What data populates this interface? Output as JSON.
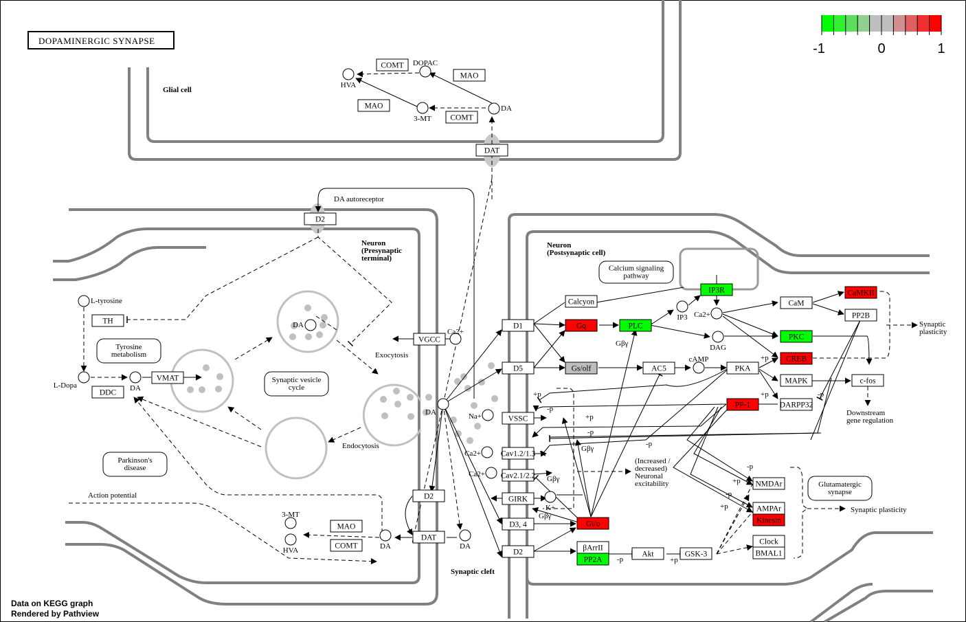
{
  "title": "DOPAMINERGIC SYNAPSE",
  "footer": {
    "line1": "Data on KEGG graph",
    "line2": "Rendered by Pathview"
  },
  "legend": {
    "colors": [
      "#00ff00",
      "#30f030",
      "#60dd60",
      "#90d090",
      "#bebebe",
      "#bebebe",
      "#d09090",
      "#e06060",
      "#f03030",
      "#ff0000"
    ],
    "tick_labels": [
      "-1",
      "0",
      "1"
    ],
    "range": [
      -1,
      1
    ]
  },
  "colors": {
    "up": "#ff0000",
    "down": "#00ff00",
    "nodata": "#bebebe",
    "neutral": "#ffffff"
  },
  "regions": {
    "glial": "Glial cell",
    "presyn": [
      "Neuron",
      "(Presynaptic",
      "terminal)"
    ],
    "postsyn": [
      "Neuron",
      "(Postsynaptic cell)"
    ],
    "cleft": "Synaptic cleft"
  },
  "genes": [
    {
      "id": "comt_top",
      "label": "COMT",
      "fill": "#ffffff"
    },
    {
      "id": "mao_top_r",
      "label": "MAO",
      "fill": "#ffffff"
    },
    {
      "id": "mao_top_l",
      "label": "MAO",
      "fill": "#ffffff"
    },
    {
      "id": "comt_top2",
      "label": "COMT",
      "fill": "#ffffff"
    },
    {
      "id": "dat_glial",
      "label": "DAT",
      "fill": "#ffffff"
    },
    {
      "id": "d2_auto",
      "label": "D2",
      "fill": "#ffffff"
    },
    {
      "id": "th",
      "label": "TH",
      "fill": "#ffffff"
    },
    {
      "id": "vmat",
      "label": "VMAT",
      "fill": "#ffffff"
    },
    {
      "id": "ddc",
      "label": "DDC",
      "fill": "#ffffff"
    },
    {
      "id": "vgcc",
      "label": "VGCC",
      "fill": "#ffffff"
    },
    {
      "id": "d1",
      "label": "D1",
      "fill": "#ffffff"
    },
    {
      "id": "d5",
      "label": "D5",
      "fill": "#ffffff"
    },
    {
      "id": "vssc",
      "label": "VSSC",
      "fill": "#ffffff"
    },
    {
      "id": "cav12",
      "label": "Cav1.2/1.3",
      "fill": "#ffffff"
    },
    {
      "id": "cav21",
      "label": "Cav2.1/2.2",
      "fill": "#ffffff"
    },
    {
      "id": "girk",
      "label": "GIRK",
      "fill": "#ffffff"
    },
    {
      "id": "d34",
      "label": "D3, 4",
      "fill": "#ffffff"
    },
    {
      "id": "d2_post",
      "label": "D2",
      "fill": "#ffffff"
    },
    {
      "id": "d2_pre",
      "label": "D2",
      "fill": "#ffffff"
    },
    {
      "id": "dat_pre",
      "label": "DAT",
      "fill": "#ffffff"
    },
    {
      "id": "mao_bot",
      "label": "MAO",
      "fill": "#ffffff"
    },
    {
      "id": "comt_bot",
      "label": "COMT",
      "fill": "#ffffff"
    },
    {
      "id": "calcyon",
      "label": "Calcyon",
      "fill": "#ffffff"
    },
    {
      "id": "gq",
      "label": "Gq",
      "fill": "#ff0000"
    },
    {
      "id": "plc",
      "label": "PLC",
      "fill": "#00ff00"
    },
    {
      "id": "ip3r",
      "label": "IP3R",
      "fill": "#00ff00"
    },
    {
      "id": "gsolf",
      "label": "Gs/olf",
      "fill": "#bebebe"
    },
    {
      "id": "ac5",
      "label": "AC5",
      "fill": "#ffffff"
    },
    {
      "id": "pka",
      "label": "PKA",
      "fill": "#ffffff"
    },
    {
      "id": "cam",
      "label": "CaM",
      "fill": "#ffffff"
    },
    {
      "id": "camkii",
      "label": "CaMKII",
      "fill": "#ff0000"
    },
    {
      "id": "pp2b",
      "label": "PP2B",
      "fill": "#ffffff"
    },
    {
      "id": "pkc",
      "label": "PKC",
      "fill": "#00ff00"
    },
    {
      "id": "creb",
      "label": "CREB",
      "fill": "#ff0000"
    },
    {
      "id": "mapk",
      "label": "MAPK",
      "fill": "#ffffff"
    },
    {
      "id": "cfos",
      "label": "c-fos",
      "fill": "#ffffff"
    },
    {
      "id": "pp1",
      "label": "PP-1",
      "fill": "#ff0000"
    },
    {
      "id": "darpp32",
      "label": "DARPP32",
      "fill": "#ffffff"
    },
    {
      "id": "gio",
      "label": "Gi/o",
      "fill": "#ff0000"
    },
    {
      "id": "barrII",
      "label": "βArrII",
      "fill": "#ffffff"
    },
    {
      "id": "pp2a",
      "label": "PP2A",
      "fill": "#00ff00"
    },
    {
      "id": "akt",
      "label": "Akt",
      "fill": "#ffffff"
    },
    {
      "id": "gsk3",
      "label": "GSK-3",
      "fill": "#ffffff"
    },
    {
      "id": "nmdar",
      "label": "NMDAr",
      "fill": "#ffffff"
    },
    {
      "id": "ampar",
      "label": "AMPAr",
      "fill": "#ffffff"
    },
    {
      "id": "kinesin",
      "label": "Kinesin",
      "fill": "#ff0000"
    },
    {
      "id": "clock",
      "label": "Clock",
      "fill": "#ffffff"
    },
    {
      "id": "bmal1",
      "label": "BMAL1",
      "fill": "#ffffff"
    }
  ],
  "compounds": [
    {
      "id": "hva_top",
      "label": "HVA"
    },
    {
      "id": "dopac",
      "label": "DOPAC"
    },
    {
      "id": "mt3_top",
      "label": "3-MT"
    },
    {
      "id": "da_glial",
      "label": "DA"
    },
    {
      "id": "ltyr",
      "label": "L-tyrosine"
    },
    {
      "id": "ldopa",
      "label": "L-Dopa"
    },
    {
      "id": "da_cyto",
      "label": "DA"
    },
    {
      "id": "da_ves",
      "label": "DA"
    },
    {
      "id": "da_cleft",
      "label": "DA"
    },
    {
      "id": "ca_vgcc",
      "label": "Ca2+"
    },
    {
      "id": "na",
      "label": "Na+"
    },
    {
      "id": "ca_cav12",
      "label": "Ca2+"
    },
    {
      "id": "ca_cav21",
      "label": "Ca2+"
    },
    {
      "id": "k",
      "label": "K+"
    },
    {
      "id": "da_bot_l",
      "label": "DA"
    },
    {
      "id": "da_bot_r",
      "label": "DA"
    },
    {
      "id": "mt3_bot",
      "label": "3-MT"
    },
    {
      "id": "hva_bot",
      "label": "HVA"
    },
    {
      "id": "ip3",
      "label": "IP3"
    },
    {
      "id": "ca_post",
      "label": "Ca2+"
    },
    {
      "id": "dag",
      "label": "DAG"
    },
    {
      "id": "camp",
      "label": "cAMP"
    }
  ],
  "maps": [
    {
      "id": "tyrosine",
      "lines": [
        "Tyrosine",
        "metabolism"
      ]
    },
    {
      "id": "vesicle",
      "lines": [
        "Synaptic vesicle",
        "cycle"
      ]
    },
    {
      "id": "parkinson",
      "lines": [
        "Parkinson's",
        "disease"
      ]
    },
    {
      "id": "calcium",
      "lines": [
        "Calcium signaling",
        "pathway"
      ]
    },
    {
      "id": "glutamatergic",
      "lines": [
        "Glutamatergic",
        "synapse"
      ]
    }
  ],
  "annotations": {
    "da_autoreceptor": "DA autoreceptor",
    "exocytosis": "Exocytosis",
    "endocytosis": "Endocytosis",
    "action_potential": "Action potential",
    "synaptic_plasticity_1": [
      "Synaptic",
      "plasticity"
    ],
    "synaptic_plasticity_2": "Synaptic plasticity",
    "downstream": [
      "Downstream",
      "gene regulation"
    ],
    "excitability": [
      "(Increased /",
      "decreased)",
      "Neuronal",
      "excitability"
    ],
    "gby": "Gβγ",
    "plus_p": "+p",
    "minus_p": "-p"
  }
}
